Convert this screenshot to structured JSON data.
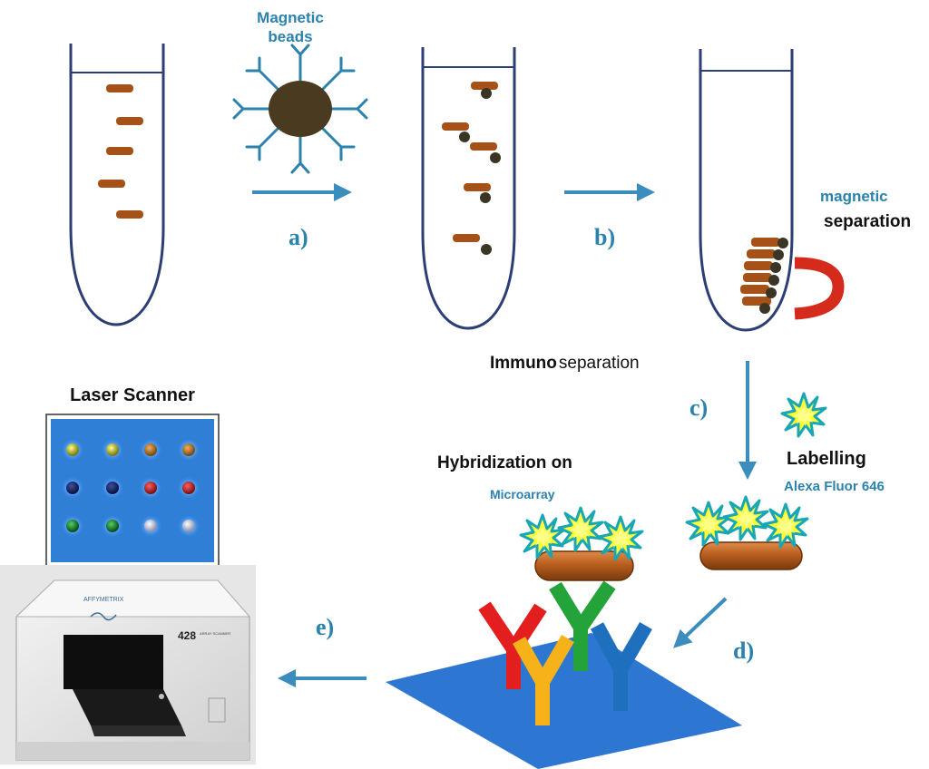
{
  "labels": {
    "magnetic_beads_1": "Magnetic",
    "magnetic_beads_2": "beads",
    "magnetic": "magnetic",
    "separation": "separation",
    "immuno": "Immuno",
    "immuno_separation": "separation",
    "laser_scanner": "Laser Scanner",
    "hybridization": "Hybridization on",
    "microarray": "Microarray",
    "labelling": "Labelling",
    "alexa": "Alexa Fluor 646"
  },
  "steps": {
    "a": "a)",
    "b": "b)",
    "c": "c)",
    "d": "d)",
    "e": "e)"
  },
  "scanner": {
    "brand": "AFFYMETRIX",
    "model": "428",
    "model_suffix": "ARRAY SCANNER"
  },
  "colors": {
    "accent_blue": "#2b82ad",
    "arrow_blue": "#3b8dbe",
    "tube_outline": "#2c3e73",
    "bacteria_brown": "#a55117",
    "bead_dark": "#3a3524",
    "magnet_red": "#d42b1d",
    "star_yellow": "#ffff33",
    "star_cyan": "#19a7b6",
    "microarray_blue": "#2d76d1",
    "antibody_red": "#e21e1e",
    "antibody_green": "#23a33a",
    "antibody_yellow": "#f6b218",
    "antibody_blue": "#1e6fbe",
    "scanner_panel": "#2f7fd6"
  },
  "icons": {
    "magnetic_bead": "antibody-coated-bead-icon",
    "magnet": "horseshoe-magnet-icon",
    "fluor_star": "fluorescent-star-icon",
    "antibody": "antibody-y-icon",
    "scanner": "laser-scanner-device-icon"
  }
}
